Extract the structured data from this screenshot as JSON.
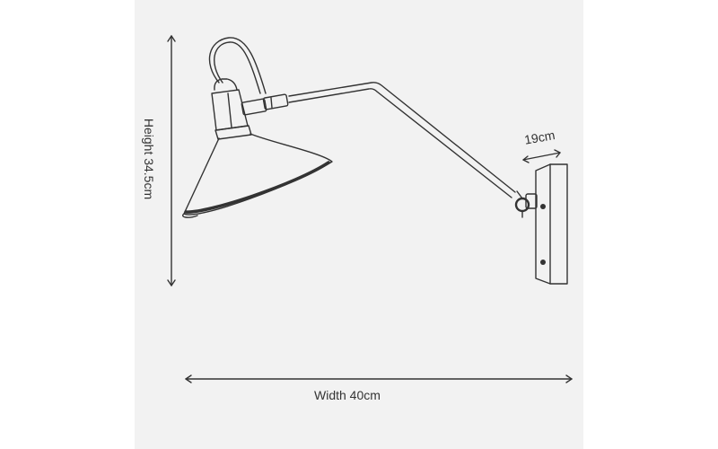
{
  "dimensions": {
    "height_label": "Height 34.5cm",
    "width_label": "Width 40cm",
    "depth_label": "19cm"
  },
  "colors": {
    "background": "#ffffff",
    "panel": "#f2f2f2",
    "line": "#333333"
  }
}
